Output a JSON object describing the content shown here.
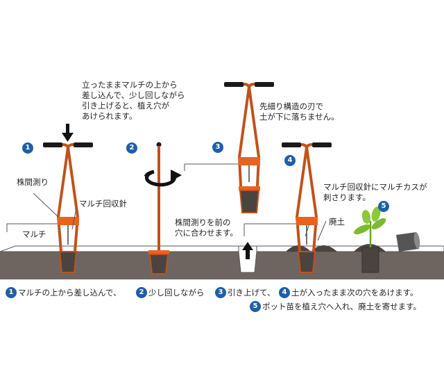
{
  "colors": {
    "handle": "#c0521a",
    "band": "#e8641e",
    "soil": "#6e6560",
    "dark_soil": "#4a4340",
    "grip": "#1a1a1a",
    "badge": "#1e5fa8",
    "mulch": "#ffffff"
  },
  "steps": {
    "s1": "1",
    "s2": "2",
    "s3": "3",
    "s4": "4",
    "s5": "5"
  },
  "labels": {
    "top_instruction": "立ったままマルチの上から\n差し込んで、少し回しながら\n引き上げると、植え穴が\nあけられます。",
    "taper_note": "先細り構造の刃で\n土が下に落ちません。",
    "kabuma": "株間測り",
    "mulch_pin": "マルチ回収針",
    "mulch": "マルチ",
    "align_note": "株間測りを前の\n穴に合わせます。",
    "pin_note": "マルチ回収針にマルチカスが\n刺さります。",
    "waste_soil": "廃土"
  },
  "captions": {
    "c1": "マルチの上から差し込んで、",
    "c2": "少し回しながら",
    "c3": "引き上げて、",
    "c4": "土が入ったまま次の穴をあけます。",
    "c5": "ポット苗を植え穴へ入れ、廃土を寄せます。"
  },
  "icons": {
    "down_arrow": "down-arrow-icon",
    "rotate": "rotate-arrow-icon",
    "up_arrow": "up-arrow-icon"
  }
}
